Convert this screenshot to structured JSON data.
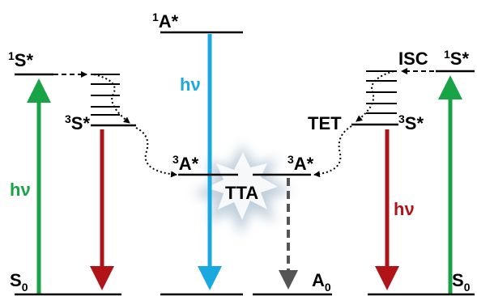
{
  "colors": {
    "excitation_green": "#17a346",
    "phosphorescence_red": "#b01318",
    "emission_blue": "#1aa8e0",
    "nonradiative_gray": "#555555",
    "level_black": "#000000",
    "tta_cloud": "#b9cad8"
  },
  "left_system": {
    "singlet_pre": "1",
    "singlet_state": "S*",
    "triplet_pre": "3",
    "triplet_state": "S*",
    "absorption": "hν",
    "ground_state": "S",
    "ground_sub": "0"
  },
  "center": {
    "upper_pre": "1",
    "upper_state": "A*",
    "emission": "hν",
    "triplet_left_pre": "3",
    "triplet_left_state": "A*",
    "triplet_right_pre": "3",
    "triplet_right_state": "A*",
    "annihilation": "TTA",
    "ground_state": "A",
    "ground_sub": "0"
  },
  "right_system": {
    "isc": "ISC",
    "singlet_pre": "1",
    "singlet_state": "S*",
    "tet": "TET",
    "triplet_pre": "3",
    "triplet_state": "S*",
    "phosphorescence": "hν",
    "ground_state": "S",
    "ground_sub": "0"
  }
}
